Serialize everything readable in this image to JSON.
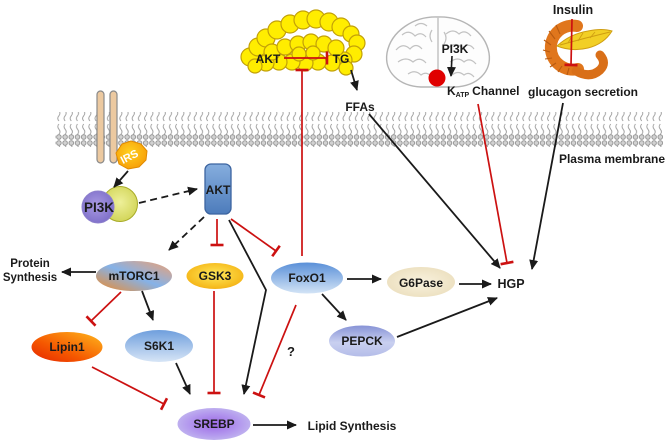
{
  "membrane": {
    "label": "Plasma membrane"
  },
  "adipose": {
    "akt": "AKT",
    "tg": "TG"
  },
  "ffas": "FFAs",
  "brain": {
    "pi3k": "PI3K",
    "channel_k": "K",
    "channel_sub": "ATP",
    "channel_word": "Channel"
  },
  "pancreas": {
    "insulin": "Insulin",
    "glucagon": "glucagon secretion"
  },
  "receptor_pathway": {
    "irs": "IRS",
    "pi3k": "PI3K",
    "akt": "AKT"
  },
  "nodes": {
    "mtorc1": "mTORC1",
    "gsk3": "GSK3",
    "foxo1": "FoxO1",
    "g6pase": "G6Pase",
    "lipin1": "Lipin1",
    "s6k1": "S6K1",
    "pepck": "PEPCK",
    "srebp": "SREBP"
  },
  "outputs": {
    "protein_line1": "Protein",
    "protein_line2": "Synthesis",
    "hgp": "HGP",
    "lipid": "Lipid Synthesis",
    "question": "?"
  },
  "colors": {
    "inhibit_red": "#cc1111",
    "arrow_black": "#1a1a1a",
    "adipocyte_yellow": "#ffed00",
    "akt_box_blue": "#5b8fc9"
  }
}
